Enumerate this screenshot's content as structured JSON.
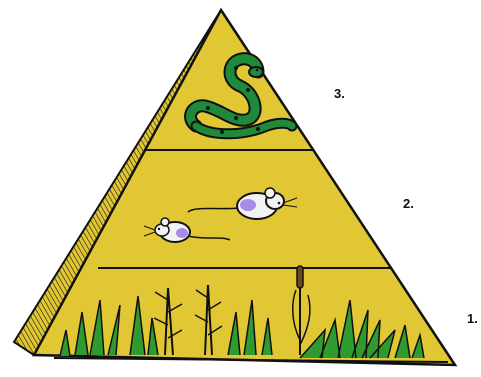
{
  "levels": [
    {
      "label": "1.",
      "depicts": "plants"
    },
    {
      "label": "2.",
      "depicts": "mice"
    },
    {
      "label": "3.",
      "depicts": "snake"
    }
  ],
  "colors": {
    "fill": "#e2c735",
    "side": "#c9ab22",
    "outline": "#111111",
    "plant": "#2f9a2f",
    "snake": "#1f8a3a",
    "mouse": "#a98ae6"
  }
}
